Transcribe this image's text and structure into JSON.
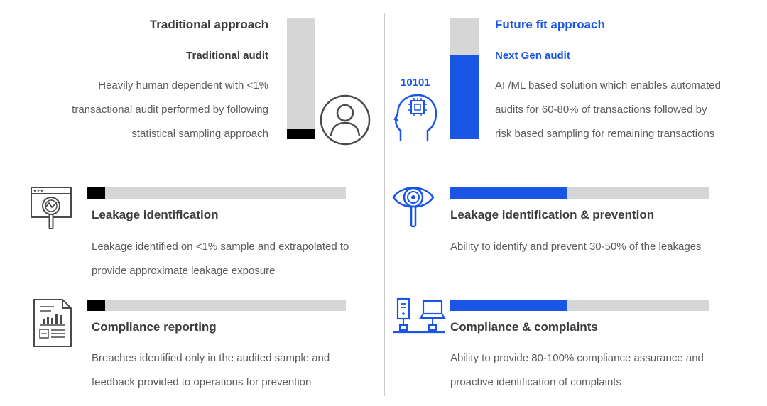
{
  "colors": {
    "blue": "#1a56e6",
    "black": "#000000",
    "bar_bg": "#d6d6d6"
  },
  "left": {
    "title": "Traditional approach",
    "subtitle": "Traditional audit",
    "lines": [
      "Heavily human dependent with  <1%",
      "transactional audit performed by following",
      "statistical sampling approach"
    ],
    "level": 0.08,
    "icon": "person-icon"
  },
  "right": {
    "title": "Future fit approach",
    "subtitle": "Next Gen audit",
    "lines": [
      "AI /ML based solution which enables automated",
      "audits for 60-80% of transactions followed by",
      "risk based sampling for remaining transactions"
    ],
    "level": 0.7,
    "icon": "ai-head-icon",
    "icon_text": "10101"
  },
  "rows": [
    {
      "left": {
        "label": "Leakage identification",
        "lines": [
          "Leakage identified on <1% sample and extrapolated to",
          "provide approximate leakage exposure"
        ],
        "level": 0.07,
        "icon": "analytics-magnifier-icon"
      },
      "right": {
        "label": "Leakage identification & prevention",
        "lines": [
          "Ability to identify and prevent 30-50% of the leakages"
        ],
        "level": 0.45,
        "icon": "eye-magnifier-icon"
      }
    },
    {
      "left": {
        "label": "Compliance reporting",
        "lines": [
          "Breaches identified only in the audited sample and",
          "feedback provided to operations for prevention"
        ],
        "level": 0.07,
        "icon": "report-document-icon"
      },
      "right": {
        "label": "Compliance & complaints",
        "lines": [
          "Ability to provide 80-100% compliance assurance and",
          "proactive identification of complaints"
        ],
        "level": 0.45,
        "icon": "network-computers-icon"
      }
    }
  ]
}
